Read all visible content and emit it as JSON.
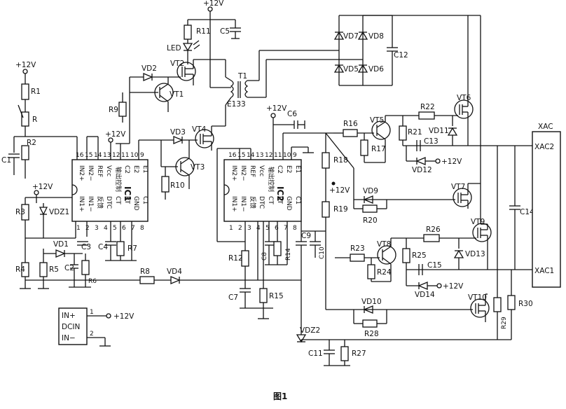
{
  "caption": "图1",
  "labels": {
    "v12": "+12V",
    "R1": "R1",
    "Rp": "R",
    "R2": "R2",
    "C1": "C1",
    "R3": "R3",
    "VDZ1": "VDZ1",
    "R4": "R4",
    "R5": "R5",
    "VD1": "VD1",
    "C2": "C2",
    "C3": "C3",
    "R6": "R6",
    "C4": "C4",
    "R7": "R7",
    "R8": "R8",
    "VD4": "VD4",
    "R9": "R9",
    "VD2": "VD2",
    "VT1": "VT1",
    "VT2": "VT2",
    "R11": "R11",
    "LED": "LED",
    "C5": "C5",
    "T1": "T1",
    "E133": "E133",
    "VD3": "VD3",
    "VT4": "VT4",
    "VT3": "VT3",
    "R10": "R10",
    "VD7": "VD7",
    "VD8": "VD8",
    "VD5": "VD5",
    "VD6": "VD6",
    "C12": "C12",
    "C6": "C6",
    "R12": "R12",
    "C7": "C7",
    "R15": "R15",
    "C8": "C8",
    "R14": "R14",
    "C9": "C9",
    "C10": "C10",
    "R16": "R16",
    "VT5": "VT5",
    "R17": "R17",
    "R22": "R22",
    "VT6": "VT6",
    "R21": "R21",
    "VD11": "VD11",
    "C13": "C13",
    "VD12": "VD12",
    "R18": "R18",
    "R19": "R19",
    "VD9": "VD9",
    "R20": "R20",
    "VT7": "VT7",
    "C14": "C14",
    "R26": "R26",
    "VT9": "VT9",
    "R23": "R23",
    "VT8": "VT8",
    "R25": "R25",
    "VD13": "VD13",
    "C15": "C15",
    "R24": "R24",
    "VD14": "VD14",
    "VD10": "VD10",
    "VT10": "VT10",
    "R28": "R28",
    "R29": "R29",
    "R30": "R30",
    "VDZ2": "VDZ2",
    "C11": "C11",
    "R27": "R27",
    "XAC": "XAC",
    "XAC2": "XAC2",
    "XAC1": "XAC1",
    "DCIN": "DCIN",
    "INp": "IN+",
    "INm": "IN−",
    "pin1": "1",
    "pin2": "2"
  },
  "ic1": {
    "name": "IC1",
    "func": "输出控制",
    "pins_top": [
      "16",
      "15",
      "14",
      "13",
      "12",
      "11",
      "10",
      "9"
    ],
    "pins_bottom": [
      "1",
      "2",
      "3",
      "4",
      "5",
      "6",
      "7",
      "8"
    ],
    "sig_top": [
      "IN2+",
      "IN2−",
      "REF",
      "Vcc",
      "C2",
      "E2",
      "E1"
    ],
    "sig_bottom": [
      "IN1+",
      "IN1−",
      "反馈",
      "DTC",
      "CT",
      "RT",
      "GND",
      "C1"
    ]
  },
  "ic2": {
    "name": "IC2",
    "func": "输出控制",
    "pins_top": [
      "16",
      "15",
      "14",
      "13",
      "12",
      "11",
      "10",
      "9"
    ],
    "pins_bottom": [
      "1",
      "2",
      "3",
      "4",
      "5",
      "6",
      "7",
      "8"
    ],
    "sig_top": [
      "IN2+",
      "IN2−",
      "REF",
      "Vcc",
      "C2",
      "E2",
      "E1"
    ],
    "sig_bottom": [
      "IN1+",
      "IN1−",
      "反馈",
      "DTC",
      "CT",
      "RT",
      "GND",
      "C1"
    ]
  }
}
